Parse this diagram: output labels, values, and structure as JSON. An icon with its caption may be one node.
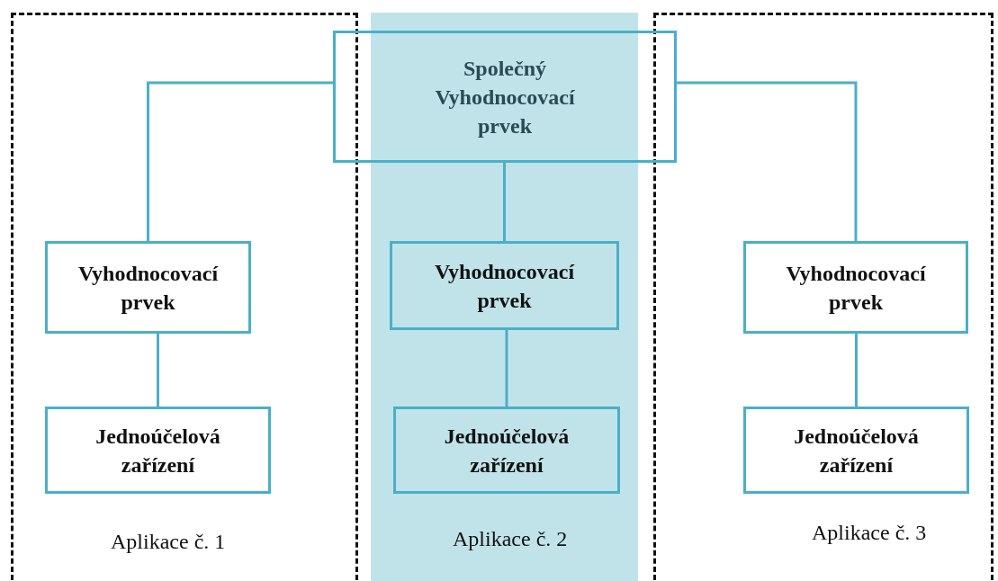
{
  "diagram": {
    "nodes": [
      {
        "text": [
          "Aplikace č. 1"
        ]
      },
      {
        "text": [
          "Aplikace č. 2"
        ]
      },
      {
        "text": [
          "Aplikace č. 3"
        ]
      },
      {
        "text": [
          "Společný Vyhodnocovací prvek"
        ]
      },
      {
        "text": [
          "Vyhodnocovací prvek"
        ],
        "in": 0
      },
      {
        "text": [
          "Jednoúčelová zařízení"
        ],
        "in": 0
      },
      {
        "text": [
          "Vyhodnocovací prvek"
        ],
        "in": 1
      },
      {
        "text": [
          "Jednoúčelová zařízení"
        ],
        "in": 1
      },
      {
        "text": [
          "Vyhodnocovací prvek"
        ],
        "in": 2
      },
      {
        "text": [
          "Jednoúčelová zařízení"
        ],
        "in": 2
      }
    ],
    "edges": [
      {
        "from": 3,
        "to": 4,
        "arrow": "none"
      },
      {
        "from": 3,
        "to": 6,
        "arrow": "none"
      },
      {
        "from": 3,
        "to": 8,
        "arrow": "none"
      },
      {
        "from": 4,
        "to": 5,
        "arrow": "none"
      },
      {
        "from": 6,
        "to": 7,
        "arrow": "none"
      },
      {
        "from": 8,
        "to": 9,
        "arrow": "none"
      }
    ]
  }
}
